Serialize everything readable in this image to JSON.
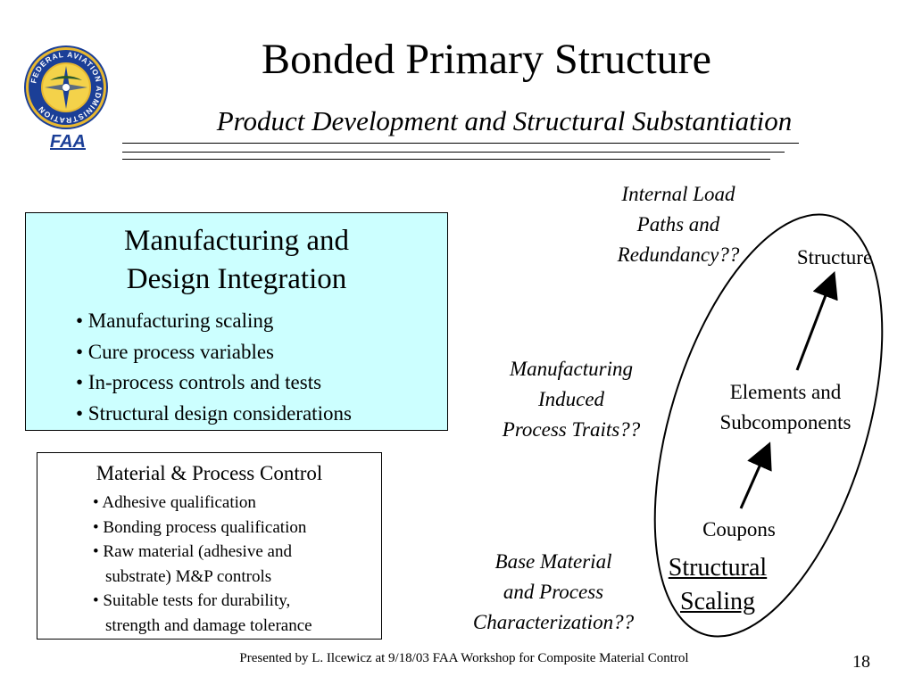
{
  "header": {
    "title": "Bonded Primary Structure",
    "subtitle": "Product Development and Structural Substantiation"
  },
  "logo": {
    "label": "FAA",
    "ring_text": "FEDERAL AVIATION ADMINISTRATION",
    "colors": {
      "ring": "#1b3f97",
      "gold": "#e8b830",
      "inner": "#f4d24a"
    }
  },
  "manufacturing_box": {
    "title_line1": "Manufacturing and",
    "title_line2": "Design Integration",
    "items": [
      "• Manufacturing scaling",
      "• Cure process variables",
      "• In-process controls and tests",
      "• Structural design considerations"
    ],
    "background": "#ccffff"
  },
  "material_box": {
    "title": "Material & Process Control",
    "items": [
      {
        "line1": "• Adhesive qualification"
      },
      {
        "line1": "• Bonding process qualification"
      },
      {
        "line1": "• Raw material (adhesive and",
        "line2": "substrate) M&P controls"
      },
      {
        "line1": "• Suitable tests for durability,",
        "line2": "strength and damage tolerance"
      }
    ]
  },
  "questions": {
    "internal_load": [
      "Internal Load",
      "Paths and",
      "Redundancy??"
    ],
    "manufacturing_induced": [
      "Manufacturing",
      "Induced",
      "Process Traits??"
    ],
    "base_material": [
      "Base Material",
      "and Process",
      "Characterization??"
    ]
  },
  "pyramid": {
    "structure": "Structure",
    "elements": [
      "Elements and",
      "Subcomponents"
    ],
    "coupons": "Coupons",
    "scaling": [
      "Structural",
      "Scaling"
    ]
  },
  "footer": {
    "text": "Presented by L. Ilcewicz at 9/18/03 FAA Workshop for Composite Material Control",
    "page": "18"
  }
}
